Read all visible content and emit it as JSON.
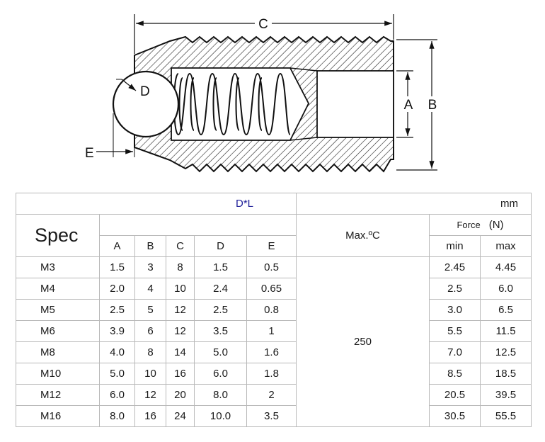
{
  "diagram": {
    "labels": {
      "A": "A",
      "B": "B",
      "C": "C",
      "D": "D",
      "E": "E"
    }
  },
  "table": {
    "title": "D*L",
    "unit": "mm",
    "spec_header": "Spec",
    "dim_columns": [
      "A",
      "B",
      "C",
      "D",
      "E"
    ],
    "temp_header": "Max.ºC",
    "force_header": "Force",
    "force_unit": "(N)",
    "force_columns": [
      "min",
      "max"
    ],
    "temp_value": "250",
    "rows": [
      {
        "spec": "M3",
        "A": "1.5",
        "B": "3",
        "C": "8",
        "D": "1.5",
        "E": "0.5",
        "min": "2.45",
        "max": "4.45"
      },
      {
        "spec": "M4",
        "A": "2.0",
        "B": "4",
        "C": "10",
        "D": "2.4",
        "E": "0.65",
        "min": "2.5",
        "max": "6.0"
      },
      {
        "spec": "M5",
        "A": "2.5",
        "B": "5",
        "C": "12",
        "D": "2.5",
        "E": "0.8",
        "min": "3.0",
        "max": "6.5"
      },
      {
        "spec": "M6",
        "A": "3.9",
        "B": "6",
        "C": "12",
        "D": "3.5",
        "E": "1",
        "min": "5.5",
        "max": "11.5"
      },
      {
        "spec": "M8",
        "A": "4.0",
        "B": "8",
        "C": "14",
        "D": "5.0",
        "E": "1.6",
        "min": "7.0",
        "max": "12.5"
      },
      {
        "spec": "M10",
        "A": "5.0",
        "B": "10",
        "C": "16",
        "D": "6.0",
        "E": "1.8",
        "min": "8.5",
        "max": "18.5"
      },
      {
        "spec": "M12",
        "A": "6.0",
        "B": "12",
        "C": "20",
        "D": "8.0",
        "E": "2",
        "min": "20.5",
        "max": "39.5"
      },
      {
        "spec": "M16",
        "A": "8.0",
        "B": "16",
        "C": "24",
        "D": "10.0",
        "E": "3.5",
        "min": "30.5",
        "max": "55.5"
      }
    ]
  }
}
